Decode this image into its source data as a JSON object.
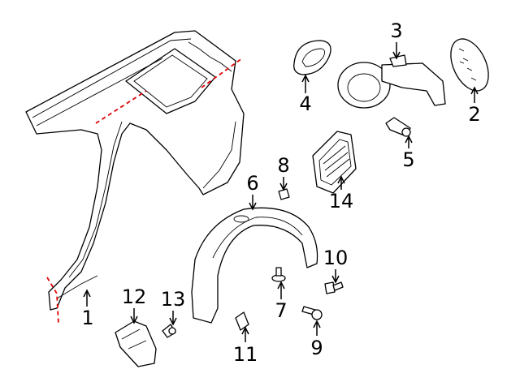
{
  "diagram": {
    "callouts": [
      {
        "id": "1",
        "label": "1"
      },
      {
        "id": "2",
        "label": "2"
      },
      {
        "id": "3",
        "label": "3"
      },
      {
        "id": "4",
        "label": "4"
      },
      {
        "id": "5",
        "label": "5"
      },
      {
        "id": "6",
        "label": "6"
      },
      {
        "id": "7",
        "label": "7"
      },
      {
        "id": "8",
        "label": "8"
      },
      {
        "id": "9",
        "label": "9"
      },
      {
        "id": "10",
        "label": "10"
      },
      {
        "id": "11",
        "label": "11"
      },
      {
        "id": "12",
        "label": "12"
      },
      {
        "id": "13",
        "label": "13"
      },
      {
        "id": "14",
        "label": "14"
      }
    ],
    "cut_line_color": "#e00000"
  }
}
